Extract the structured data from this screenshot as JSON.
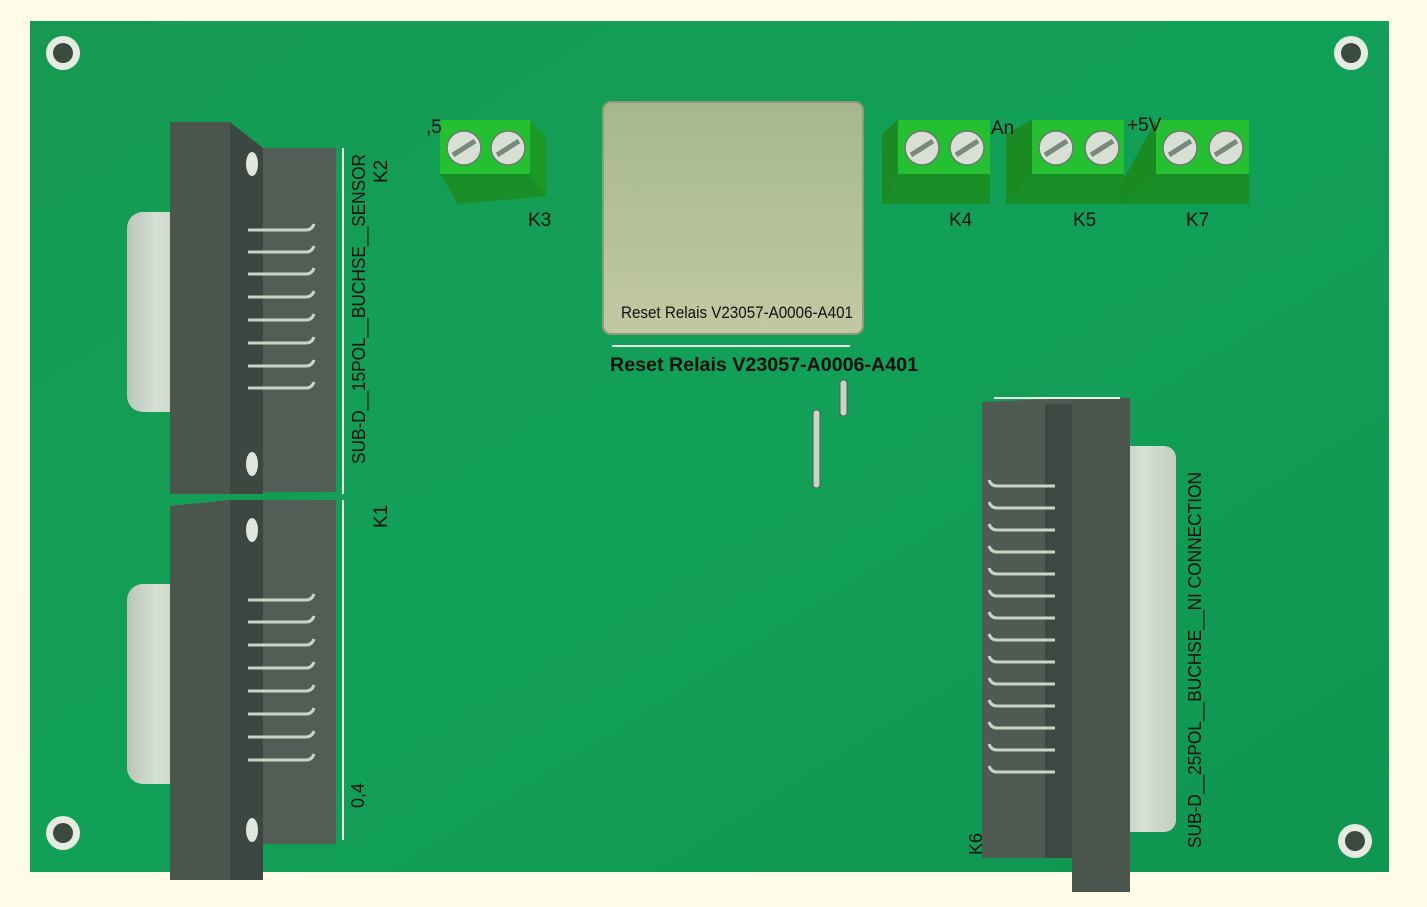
{
  "board": {
    "colors": {
      "background": "#fffde8",
      "pcb": "#149a55",
      "connector_body": "#4a5a50",
      "terminal": "#22c230",
      "relay": "#b6c498"
    },
    "labels": {
      "k1": "K1",
      "k2": "K2",
      "k3": "K3",
      "k4": "K4",
      "k5": "K5",
      "k6": "K6",
      "k7": "K7",
      "k3_partial": ",5",
      "k4_partial": "An",
      "k5_partial": "+5V",
      "sensor_connector": "SUB-D__15POL__BUCHSE__SENSOR",
      "ni_connector": "SUB-D__25POL__BUCHSE__NI CONNECTION",
      "relay_body_text": "Reset Relais V23057-A0006-A401",
      "relay_silkscreen": "Reset Relais V23057-A0006-A401",
      "value_04": "0,4"
    }
  }
}
